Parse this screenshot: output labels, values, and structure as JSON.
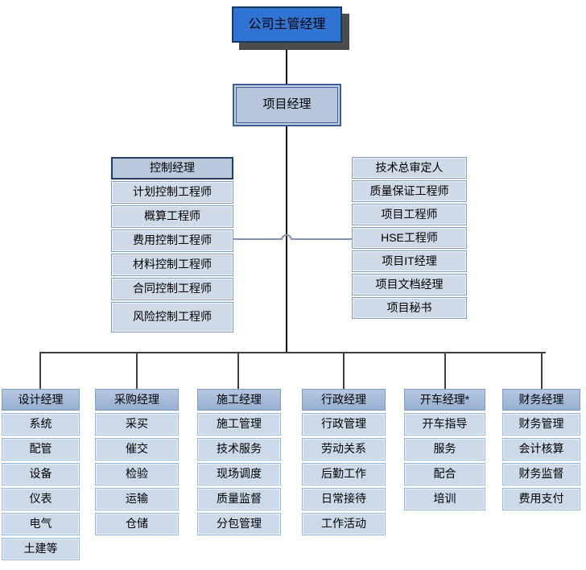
{
  "root": {
    "label": "公司主管经理"
  },
  "level2": {
    "label": "项目经理"
  },
  "control_column": {
    "header": "控制经理",
    "items": [
      "计划控制工程师",
      "概算工程师",
      "费用控制工程师",
      "材料控制工程师",
      "合同控制工程师",
      "风险控制工程师"
    ]
  },
  "staff_column": {
    "items": [
      "技术总审定人",
      "质量保证工程师",
      "项目工程师",
      "HSE工程师",
      "项目IT经理",
      "项目文档经理",
      "项目秘书"
    ]
  },
  "departments": [
    {
      "header": "设计经理",
      "items": [
        "系统",
        "配管",
        "设备",
        "仪表",
        "电气",
        "土建等"
      ]
    },
    {
      "header": "采购经理",
      "items": [
        "采买",
        "催交",
        "检验",
        "运输",
        "仓储"
      ]
    },
    {
      "header": "施工经理",
      "items": [
        "施工管理",
        "技术服务",
        "现场调度",
        "质量监督",
        "分包管理"
      ]
    },
    {
      "header": "行政经理",
      "items": [
        "行政管理",
        "劳动关系",
        "后勤工作",
        "日常接待",
        "工作活动"
      ]
    },
    {
      "header": "开车经理*",
      "items": [
        "开车指导",
        "服务",
        "配合",
        "培训"
      ]
    },
    {
      "header": "财务经理",
      "items": [
        "财务管理",
        "会计核算",
        "财务监督",
        "费用支付"
      ]
    }
  ],
  "colors": {
    "top_fill": "#2f74d3",
    "top_border": "#17395f",
    "shadow": "#4b4b4d",
    "l2_fill": "#b6c6da",
    "l2_border": "#3f5f97",
    "ctl_hdr_fill": "#b9c8dc",
    "ctl_hdr_border": "#1f3e68",
    "item_fill": "#cfdae8",
    "item_border": "#7f9cc5",
    "dept_hdr_fill": "#97afd2",
    "dept_item_fill": "#ccd9e9",
    "dept_item_border": "#95b8de",
    "line_black": "#000000",
    "line_dark": "#3f3f3f",
    "line_mid": "#8293ad"
  }
}
